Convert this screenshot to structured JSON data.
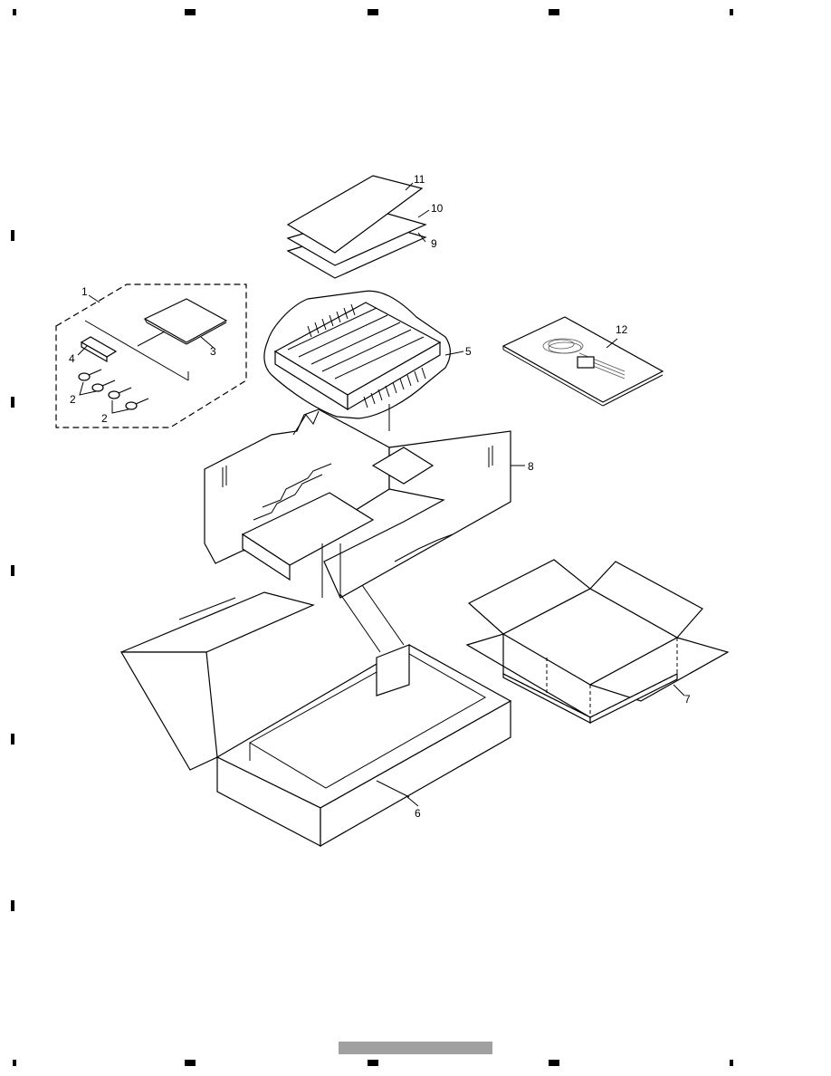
{
  "labels": {
    "p1": "1",
    "p2a": "2",
    "p2b": "2",
    "p3": "3",
    "p4": "4",
    "p5": "5",
    "p6": "6",
    "p7": "7",
    "p8": "8",
    "p9": "9",
    "p10": "10",
    "p11": "11",
    "p12": "12"
  },
  "footer_bar_color": "#a0a0a0"
}
